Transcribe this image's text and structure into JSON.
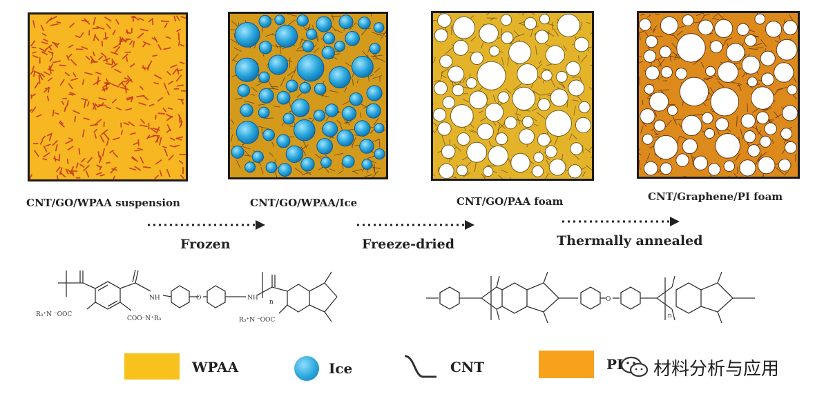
{
  "panels": [
    {
      "caption": "CNT/GO/WPAA suspension",
      "fill": "#f7b722"
    },
    {
      "caption": "CNT/GO/WPAA/Ice",
      "fill": "#e0a41c"
    },
    {
      "caption": "CNT/GO/PAA foam",
      "fill": "#e7ba2a"
    },
    {
      "caption": "CNT/Graphene/PI foam",
      "fill": "#df8a1c"
    }
  ],
  "steps": [
    {
      "label": "Frozen"
    },
    {
      "label": "Freeze-dried"
    },
    {
      "label": "Thermally annealed"
    }
  ],
  "structures": {
    "left": {
      "substituent_left": "R₃⁺N ⁻OOC",
      "substituent_bottom": "COO⁻N⁺R₃",
      "substituent_right": "R₃⁺N ⁻OOC",
      "nh1": "NH",
      "nh2": "NH",
      "o_bridge": "O",
      "repeat": "n"
    },
    "right": {
      "repeat": "n",
      "o_bridge": "O"
    }
  },
  "legend": [
    {
      "label": "WPAA",
      "color": "#f7c21e",
      "icon": "wpaa-swatch"
    },
    {
      "label": "Ice",
      "color": "#2aa7dc",
      "icon": "ice-sphere-icon"
    },
    {
      "label": "CNT",
      "color": "#333333",
      "icon": "cnt-curve-icon"
    },
    {
      "label": "PI",
      "color": "#f7a11c",
      "icon": "pi-swatch"
    }
  ],
  "watermark": {
    "text": "材料分析与应用",
    "icon": "wechat-icon"
  }
}
